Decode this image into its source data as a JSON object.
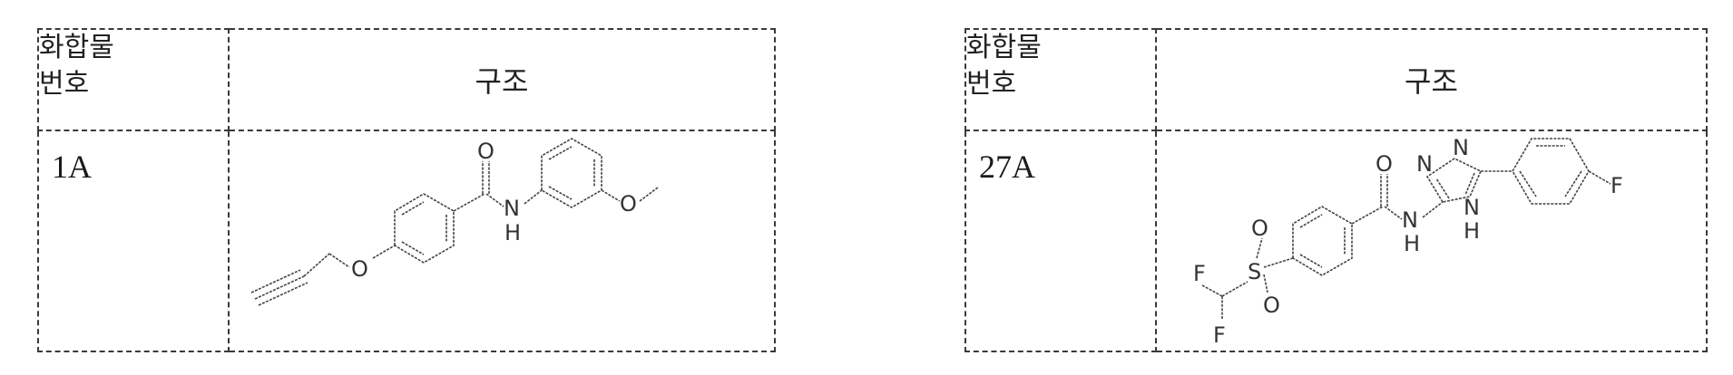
{
  "tables": [
    {
      "header": {
        "compound_number_line1": "화합물",
        "compound_number_line2": "번호",
        "structure": "구조"
      },
      "row": {
        "compound_id": "1A"
      },
      "atoms": {
        "o_carbonyl": "O",
        "nh": "N",
        "h": "H",
        "o_methoxy": "O",
        "o_ether": "O"
      }
    },
    {
      "header": {
        "compound_number_line1": "화합물",
        "compound_number_line2": "번호",
        "structure": "구조"
      },
      "row": {
        "compound_id": "27A"
      },
      "atoms": {
        "o_carbonyl": "O",
        "nh": "N",
        "h": "H",
        "n1": "N",
        "n2": "N",
        "n4": "N",
        "h4": "H",
        "f_aryl": "F",
        "f1": "F",
        "f2": "F",
        "s": "S",
        "o_s1": "O",
        "o_s2": "O"
      }
    }
  ]
}
